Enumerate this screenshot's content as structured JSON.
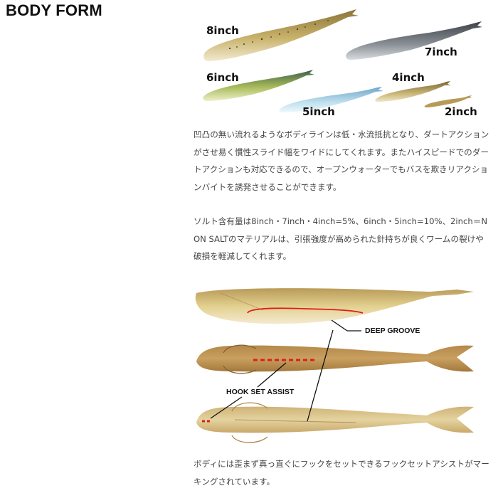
{
  "heading": "BODY FORM",
  "sizes": [
    "8inch",
    "7inch",
    "6inch",
    "4inch",
    "5inch",
    "2inch"
  ],
  "paragraph1": "凹凸の無い流れるようなボディラインは低・水流抵抗となり、ダートアクションがさせ易く慣性スライド幅をワイドにしてくれます。またハイスピードでのダートアクションも対応できるので、オープンウォーターでもバスを欺きリアクションバイトを誘発させることができます。",
  "paragraph2": "ソルト含有量は8inch・7inch・4inch=5%、6inch・5inch=10%、2inch＝NON SALTのマテリアルは、引張強度が高められた針持ちが良くワームの裂けや破損を軽減してくれます。",
  "callouts": {
    "deep_groove": "DEEP GROOVE",
    "hook_set_assist": "HOOK SET ASSIST"
  },
  "paragraph3": "ボディには歪まず真っ直ぐにフックをセットできるフックセットアシストがマーキングされています。",
  "colors": {
    "heading": "#111111",
    "body_text": "#444444",
    "groove_line": "#e11b1b"
  }
}
